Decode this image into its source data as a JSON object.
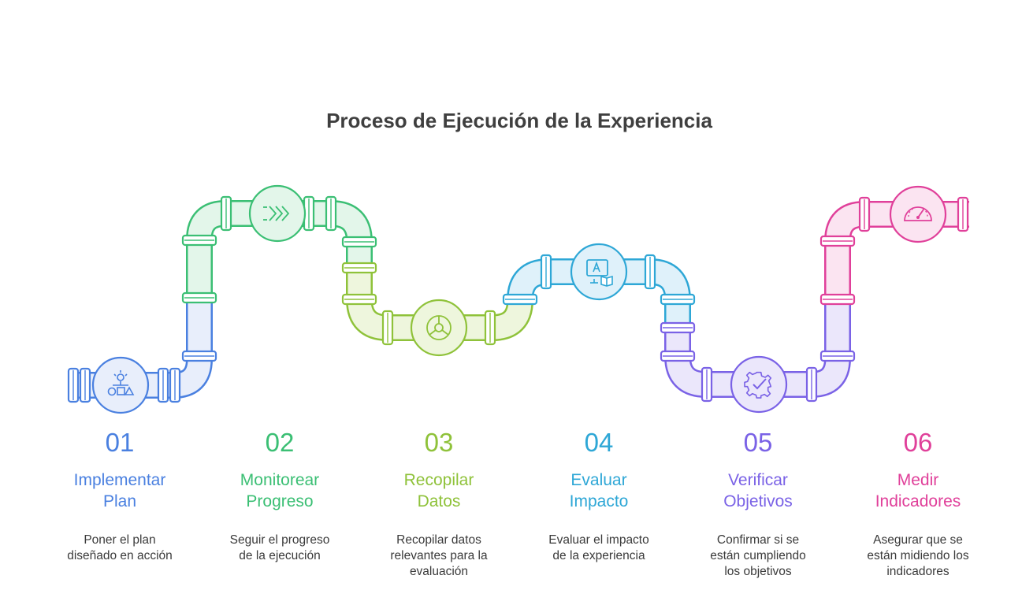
{
  "title": "Proceso de Ejecución de la Experiencia",
  "steps": [
    {
      "number": "01",
      "title_line1": "Implementar",
      "title_line2": "Plan",
      "desc_line1": "Poner el plan",
      "desc_line2": "diseñado en acción",
      "desc_line3": "",
      "color": "#4a80e0",
      "icon": "lightbulb-shapes-icon"
    },
    {
      "number": "02",
      "title_line1": "Monitorear",
      "title_line2": "Progreso",
      "desc_line1": "Seguir el progreso",
      "desc_line2": "de la ejecución",
      "desc_line3": "",
      "color": "#3bbf74",
      "icon": "forward-chevrons-icon"
    },
    {
      "number": "03",
      "title_line1": "Recopilar",
      "title_line2": "Datos",
      "desc_line1": "Recopilar datos",
      "desc_line2": "relevantes para la",
      "desc_line3": "evaluación",
      "color": "#8fc23a",
      "icon": "pie-chart-icon"
    },
    {
      "number": "04",
      "title_line1": "Evaluar",
      "title_line2": "Impacto",
      "desc_line1": "Evaluar el impacto",
      "desc_line2": "de la experiencia",
      "desc_line3": "",
      "color": "#2ea7d6",
      "icon": "screen-book-icon"
    },
    {
      "number": "05",
      "title_line1": "Verificar",
      "title_line2": "Objetivos",
      "desc_line1": "Confirmar si se",
      "desc_line2": "están cumpliendo",
      "desc_line3": "los objetivos",
      "color": "#7a62e6",
      "icon": "gear-check-icon"
    },
    {
      "number": "06",
      "title_line1": "Medir",
      "title_line2": "Indicadores",
      "desc_line1": "Asegurar que se",
      "desc_line2": "están midiendo los",
      "desc_line3": "indicadores",
      "color": "#e0409a",
      "icon": "gauge-icon"
    }
  ]
}
